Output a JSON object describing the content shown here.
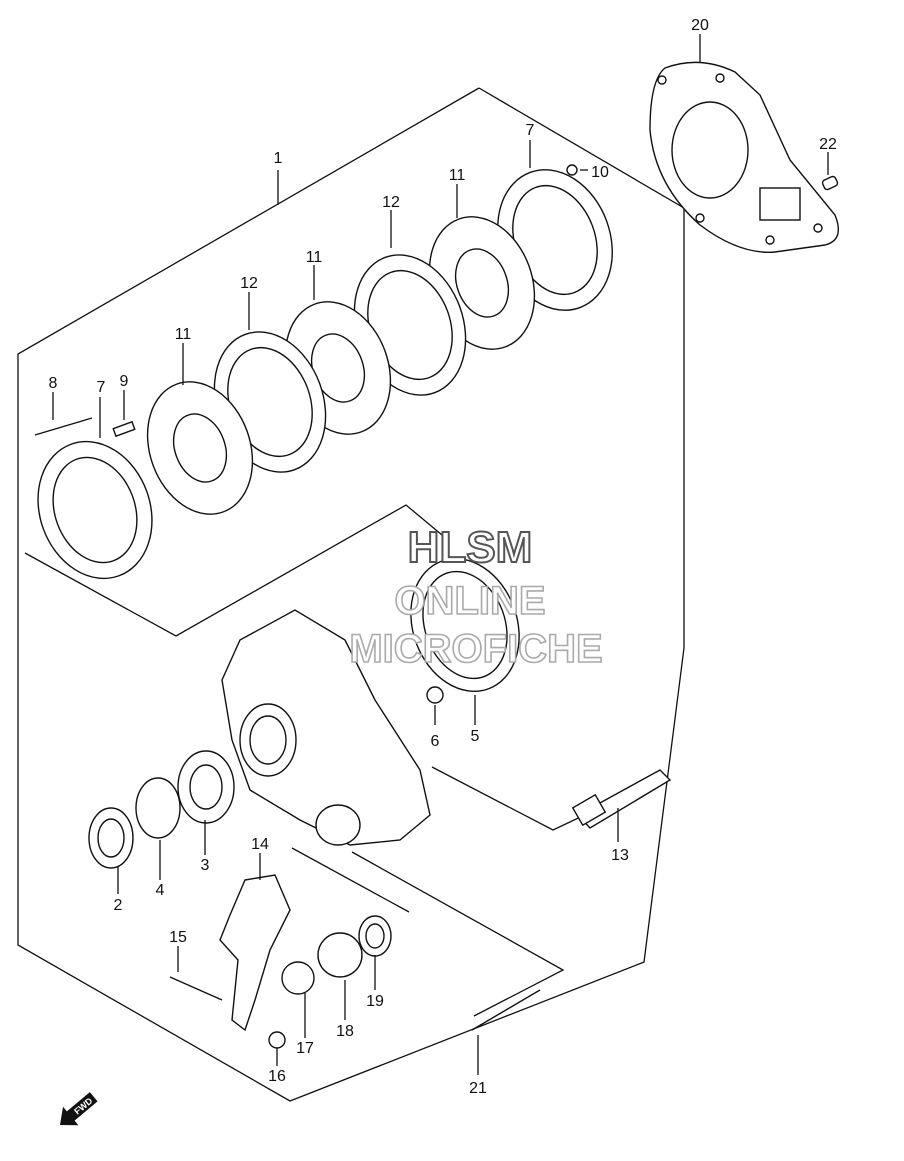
{
  "labels": {
    "p1": "1",
    "p2": "2",
    "p3": "3",
    "p4": "4",
    "p5": "5",
    "p6": "6",
    "p7a": "7",
    "p7b": "7",
    "p8": "8",
    "p9": "9",
    "p10": "10",
    "p11a": "11",
    "p11b": "11",
    "p11c": "11",
    "p12a": "12",
    "p12b": "12",
    "p13": "13",
    "p14": "14",
    "p15": "15",
    "p16": "16",
    "p17": "17",
    "p18": "18",
    "p19": "19",
    "p20": "20",
    "p21": "21",
    "p22": "22"
  },
  "watermark": {
    "line1": "HLSM",
    "line2": "ONLINE",
    "line3": "MICROFICHE"
  },
  "fwd": "FWD"
}
